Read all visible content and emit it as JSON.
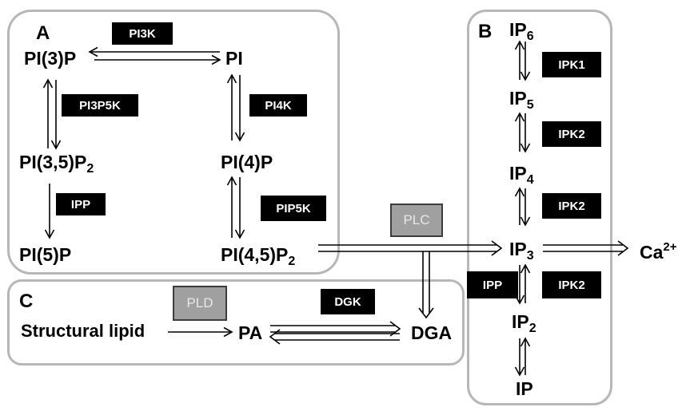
{
  "panels": {
    "a": "A",
    "b": "B",
    "c": "C"
  },
  "nodes": {
    "pi3p": {
      "main": "PI(3)P"
    },
    "pi": {
      "main": "PI"
    },
    "pi35p2": {
      "main": "PI(3,5)P",
      "sub": "2"
    },
    "pi4p": {
      "main": "PI(4)P"
    },
    "pi5p": {
      "main": "PI(5)P"
    },
    "pi45p2": {
      "main": "PI(4,5)P",
      "sub": "2"
    },
    "ip6": {
      "main": "IP",
      "sub": "6"
    },
    "ip5": {
      "main": "IP",
      "sub": "5"
    },
    "ip4": {
      "main": "IP",
      "sub": "4"
    },
    "ip3": {
      "main": "IP",
      "sub": "3"
    },
    "ip2": {
      "main": "IP",
      "sub": "2"
    },
    "ip": {
      "main": "IP"
    },
    "ca": {
      "main": "Ca",
      "sup": "2+"
    },
    "structural_lipid": {
      "main": "Structural lipid"
    },
    "pa": {
      "main": "PA"
    },
    "dga": {
      "main": "DGA"
    }
  },
  "enzymes": {
    "pi3k": "PI3K",
    "pi3p5k": "PI3P5K",
    "pi4k": "PI4K",
    "ipp_a": "IPP",
    "pip5k": "PIP5K",
    "plc": "PLC",
    "ipk1": "IPK1",
    "ipk2_a": "IPK2",
    "ipk2_b": "IPK2",
    "ipk2_c": "IPK2",
    "ipp_b": "IPP",
    "pld": "PLD",
    "dgk": "DGK"
  },
  "colors": {
    "box_border": "#b7b7b7",
    "enzyme_bg": "#000000",
    "enzyme_gray_bg": "#a0a0a0",
    "text": "#000000"
  }
}
